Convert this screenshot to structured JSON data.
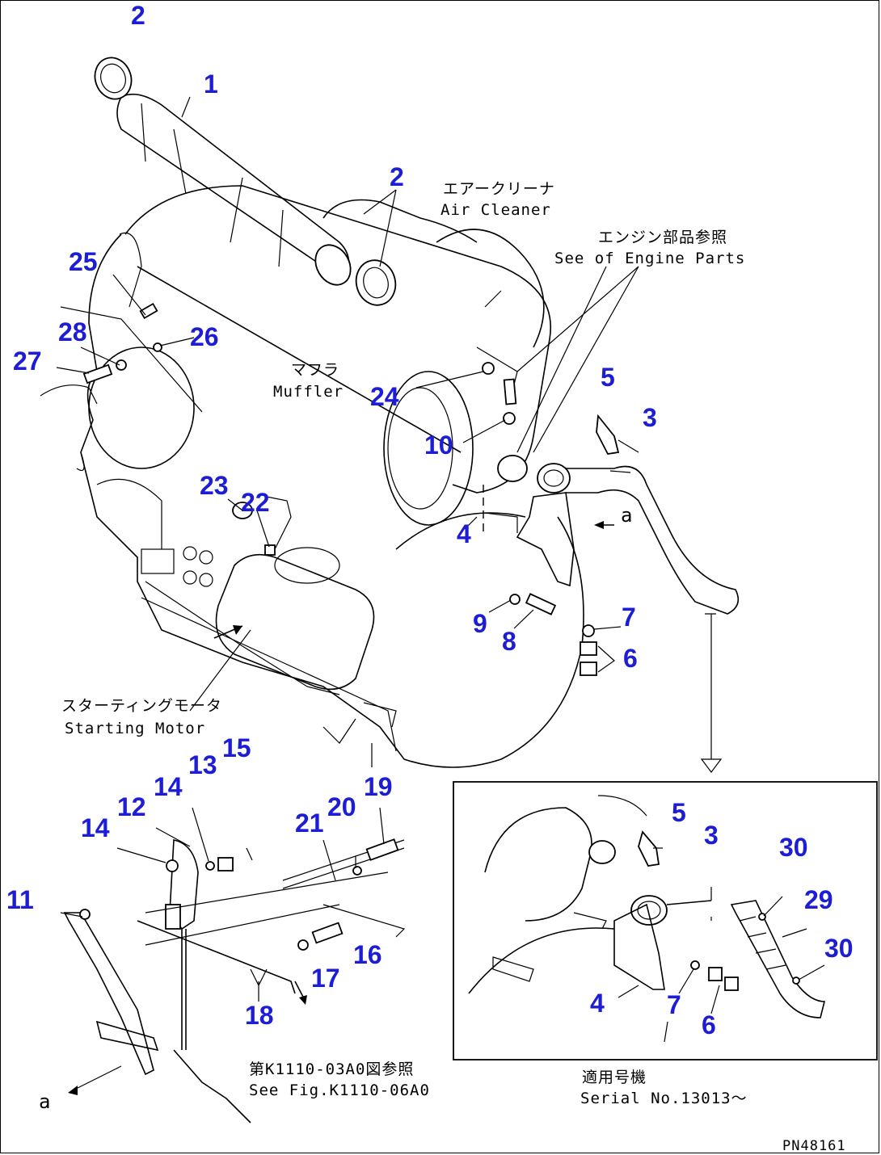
{
  "drawing_code": "PN48161",
  "callouts": [
    "1",
    "2",
    "2",
    "3",
    "4",
    "5",
    "6",
    "7",
    "8",
    "9",
    "10",
    "11",
    "12",
    "13",
    "14",
    "14",
    "15",
    "16",
    "17",
    "18",
    "19",
    "20",
    "21",
    "22",
    "23",
    "24",
    "25",
    "26",
    "27",
    "28"
  ],
  "inset_callouts": [
    "3",
    "4",
    "5",
    "6",
    "7",
    "29",
    "30",
    "30"
  ],
  "labels": {
    "air_cleaner_jp": "エアークリーナ",
    "air_cleaner_en": "Air Cleaner",
    "engine_parts_jp": "エンジン部品参照",
    "engine_parts_en": "See of Engine Parts",
    "muffler_jp": "マフラ",
    "muffler_en": "Muffler",
    "starting_motor_jp": "スターティングモータ",
    "starting_motor_en": "Starting Motor",
    "fig_ref_jp": "第K1110-03A0図参照",
    "fig_ref_en": "See Fig.K1110-06A0",
    "serial_jp": "適用号機",
    "serial_en": "Serial No.13013～",
    "view_a_top": "a",
    "view_a_bottom": "a"
  },
  "colors": {
    "callout": "#1d1dd6",
    "line": "#000000",
    "background": "#ffffff"
  }
}
